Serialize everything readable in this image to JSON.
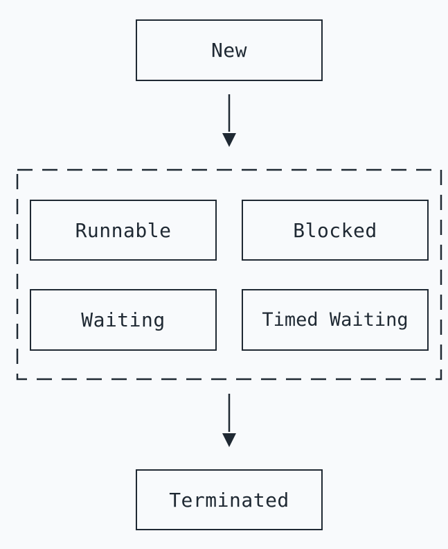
{
  "diagram": {
    "nodes": {
      "new": "New",
      "runnable": "Runnable",
      "blocked": "Blocked",
      "waiting": "Waiting",
      "timed_waiting": "Timed Waiting",
      "terminated": "Terminated"
    },
    "edges": [
      {
        "from": "New",
        "to": "Runnable/Blocked/Waiting/Timed Waiting group"
      },
      {
        "from": "Runnable/Blocked/Waiting/Timed Waiting group",
        "to": "Terminated"
      }
    ],
    "colors": {
      "background": "#f8fafc",
      "stroke": "#1f2933"
    }
  }
}
